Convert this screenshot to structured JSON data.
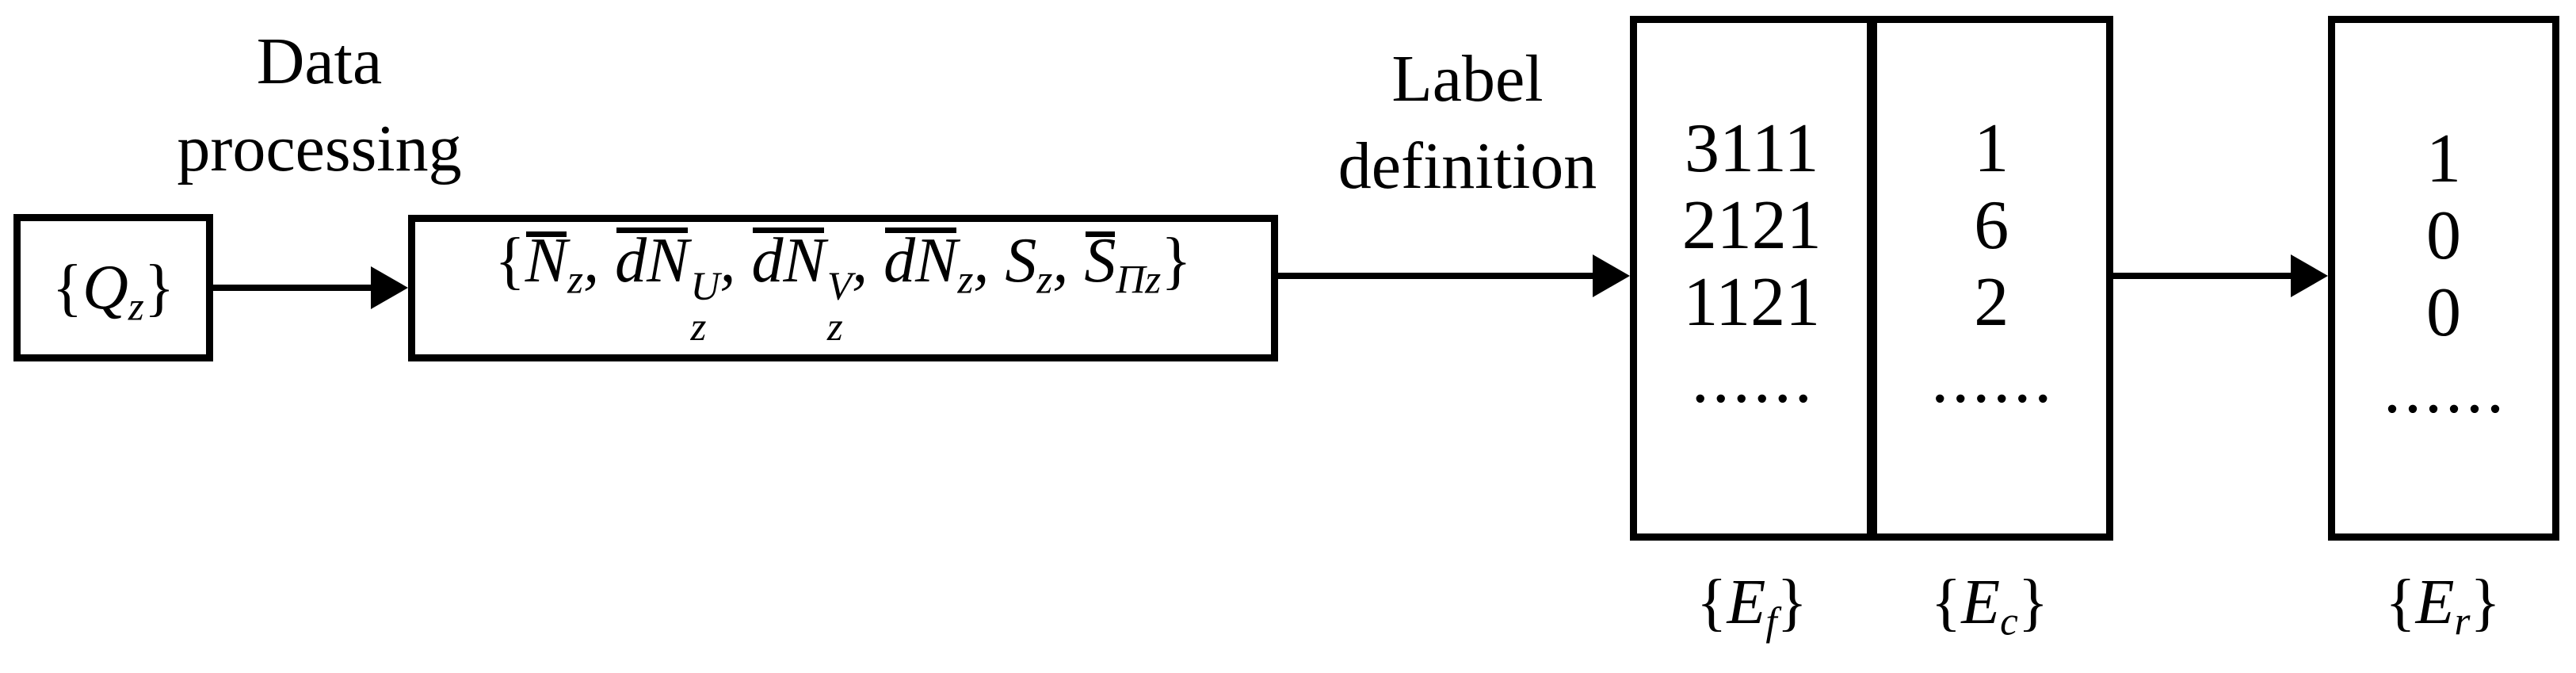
{
  "figure": {
    "background": "#ffffff",
    "ink": "#000000"
  },
  "flow_labels": {
    "data_processing_line1": "Data",
    "data_processing_line2": "processing",
    "label_definition_line1": "Label",
    "label_definition_line2": "definition"
  },
  "input_box": {
    "open": "{",
    "symbol": "Q",
    "sub": "z",
    "close": "}"
  },
  "feature_box": {
    "latex": "\\{\\bar{N}_z,\\ \\overline{dN}^U_z,\\ \\overline{dN}^V_z,\\ \\overline{dN}_z,\\ S_z,\\ \\bar{S}_{\\Pi z}\\}",
    "open": "{",
    "t1": {
      "base": "N",
      "sub": "z"
    },
    "sep1": ", ",
    "t2": {
      "base": "dN",
      "sup": "U",
      "sub": "z"
    },
    "sep2": ", ",
    "t3": {
      "base": "dN",
      "sup": "V",
      "sub": "z"
    },
    "sep3": ", ",
    "t4": {
      "base": "dN",
      "sub": "z"
    },
    "sep4": ", ",
    "t5": {
      "base": "S",
      "sub": "z"
    },
    "sep5": ", ",
    "t6": {
      "base": "S",
      "sub": "Πz"
    },
    "close": "}"
  },
  "label_table": {
    "col1": {
      "rows": [
        "3111",
        "2121",
        "1121"
      ],
      "ellipsis": "......",
      "tag": {
        "open": "{",
        "base": "E",
        "sub": "f",
        "close": "}"
      }
    },
    "col2": {
      "rows": [
        "1",
        "6",
        "2"
      ],
      "ellipsis": "......",
      "tag": {
        "open": "{",
        "base": "E",
        "sub": "c",
        "close": "}"
      }
    }
  },
  "result_box": {
    "rows": [
      "1",
      "0",
      "0"
    ],
    "ellipsis": "......",
    "tag": {
      "open": "{",
      "base": "E",
      "sub": "r",
      "close": "}"
    }
  }
}
